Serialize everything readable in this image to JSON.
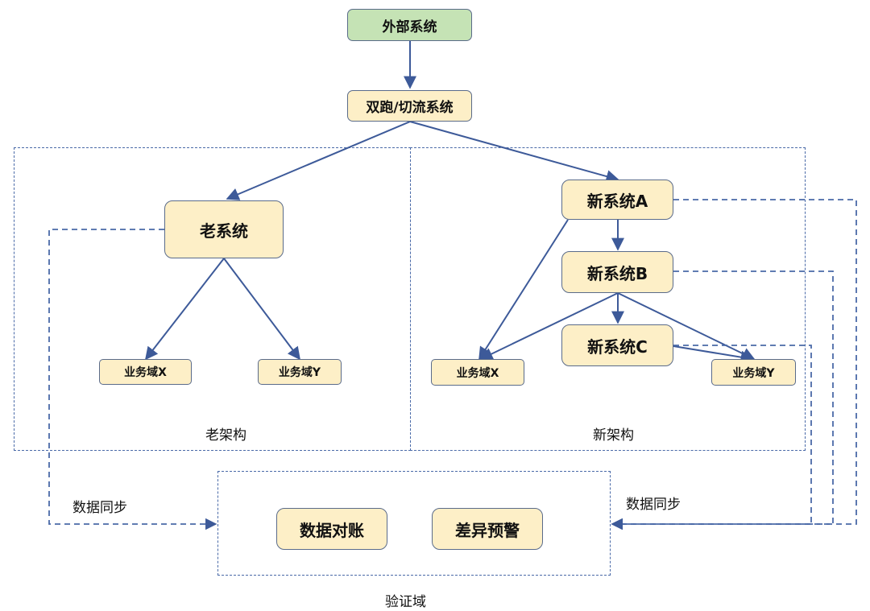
{
  "nodes": {
    "external": "外部系统",
    "switch": "双跑/切流系统",
    "old_system": "老系统",
    "old_domain_x": "业务域X",
    "old_domain_y": "业务域Y",
    "new_a": "新系统A",
    "new_b": "新系统B",
    "new_c": "新系统C",
    "new_domain_x": "业务域X",
    "new_domain_y": "业务域Y",
    "reconcile": "数据对账",
    "alert": "差异预警"
  },
  "regions": {
    "old_arch": "老架构",
    "new_arch": "新架构",
    "verify": "验证域"
  },
  "sync_labels": {
    "left": "数据同步",
    "right": "数据同步"
  },
  "colors": {
    "node_fill": "#fdefc7",
    "source_fill": "#c5e3b5",
    "edge": "#3d5a99",
    "region_border": "#4a6aa8"
  }
}
